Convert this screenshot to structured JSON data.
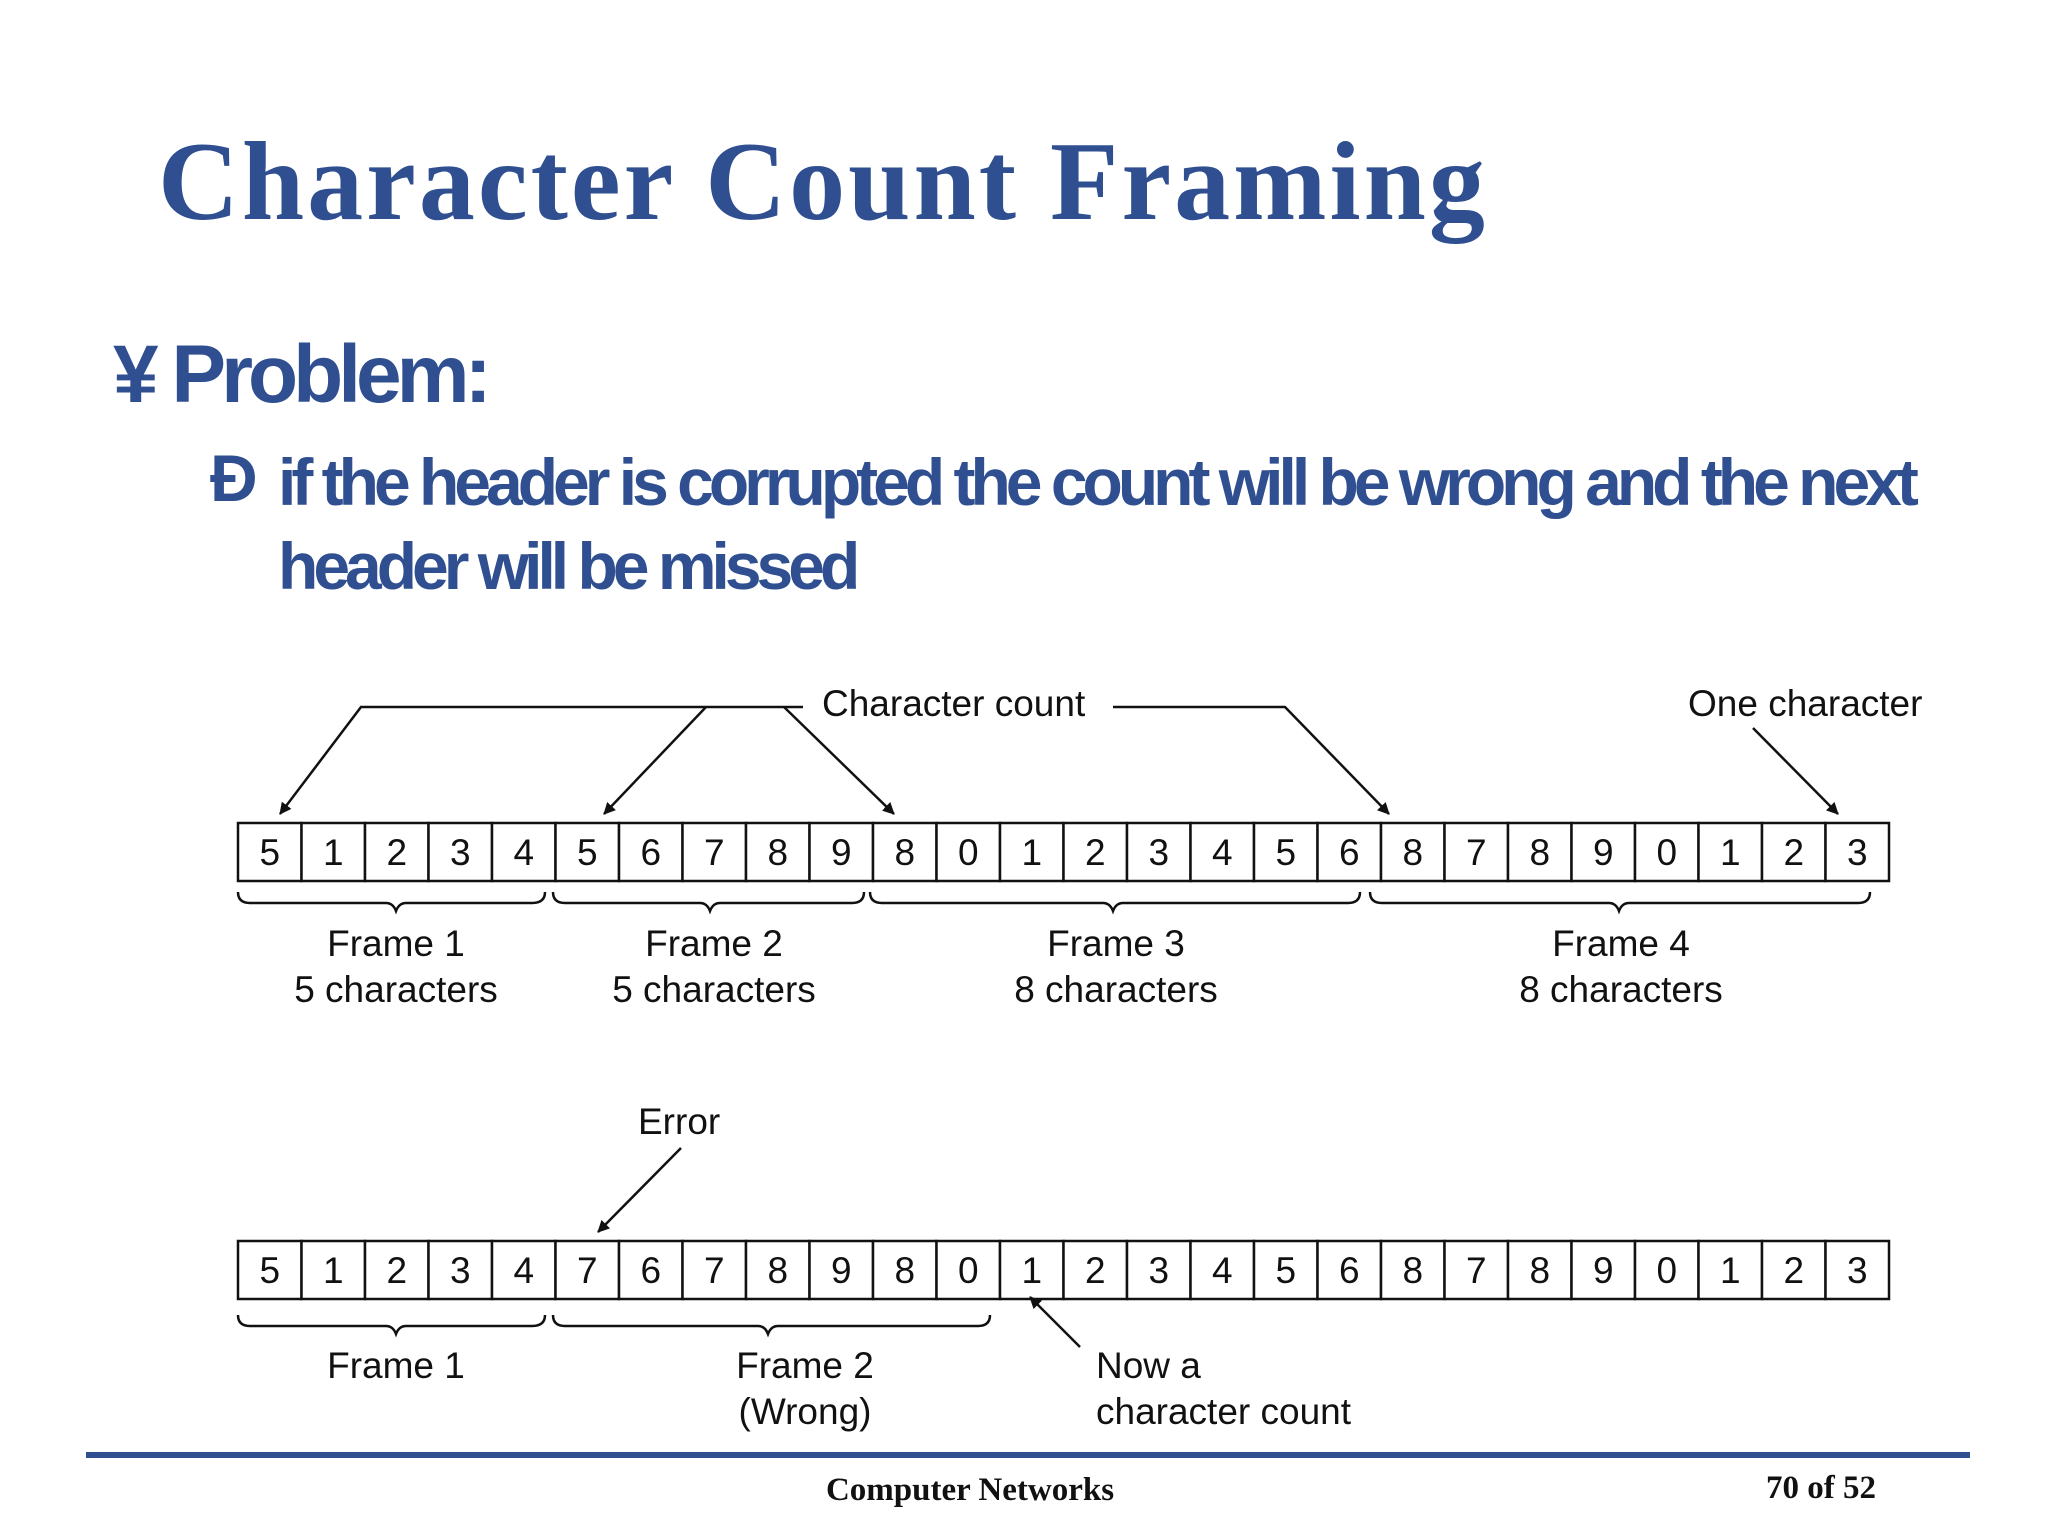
{
  "slide": {
    "title": "Character Count Framing",
    "bullets": [
      {
        "marker": "¥",
        "text": "Problem:",
        "subpoints": [
          {
            "marker": "Ð",
            "text": "if the header is corrupted the count will be wrong and the next header will be missed"
          }
        ]
      }
    ]
  },
  "diagram": {
    "stream_a": {
      "cells": [
        "5",
        "1",
        "2",
        "3",
        "4",
        "5",
        "6",
        "7",
        "8",
        "9",
        "8",
        "0",
        "1",
        "2",
        "3",
        "4",
        "5",
        "6",
        "8",
        "7",
        "8",
        "9",
        "0",
        "1",
        "2",
        "3"
      ],
      "callouts": {
        "character_count": "Character count",
        "one_character": "One character"
      },
      "frames": [
        {
          "name": "Frame 1",
          "detail": "5 characters"
        },
        {
          "name": "Frame 2",
          "detail": "5 characters"
        },
        {
          "name": "Frame 3",
          "detail": "8 characters"
        },
        {
          "name": "Frame 4",
          "detail": "8 characters"
        }
      ]
    },
    "stream_b": {
      "cells": [
        "5",
        "1",
        "2",
        "3",
        "4",
        "7",
        "6",
        "7",
        "8",
        "9",
        "8",
        "0",
        "1",
        "2",
        "3",
        "4",
        "5",
        "6",
        "8",
        "7",
        "8",
        "9",
        "0",
        "1",
        "2",
        "3"
      ],
      "callouts": {
        "error": "Error",
        "now_count_line1": "Now a",
        "now_count_line2": "character count"
      },
      "frames": [
        {
          "name": "Frame 1",
          "detail": ""
        },
        {
          "name": "Frame 2",
          "detail": "(Wrong)"
        }
      ]
    }
  },
  "footer": {
    "course": "Computer Networks",
    "page": "70 of 52"
  },
  "colors": {
    "title": "#2f4f91",
    "rule": "#2f4f91",
    "line": "#111111"
  }
}
